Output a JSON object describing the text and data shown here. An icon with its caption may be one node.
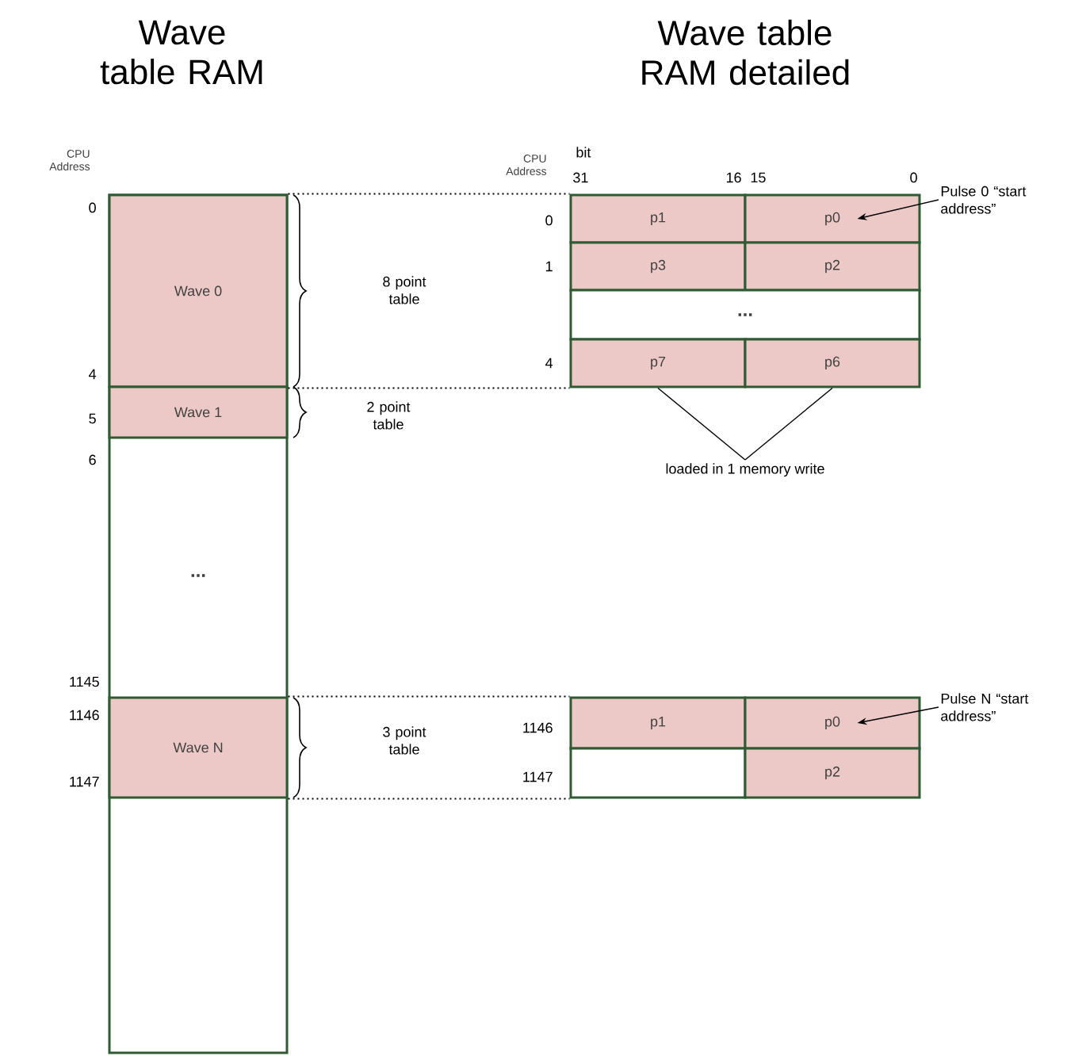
{
  "diagram": {
    "nodes": [
      {
        "text": [
          "..."
        ]
      },
      {
        "text": [
          "Wave 0"
        ],
        "in": 0
      },
      {
        "text": [
          "Wave 1"
        ],
        "in": 0
      },
      {
        "text": [
          "Wave N"
        ],
        "in": 0
      },
      {
        "text": [
          "p1"
        ]
      },
      {
        "text": [
          "p0"
        ]
      },
      {
        "text": [
          "p3"
        ]
      },
      {
        "text": [
          "p2"
        ]
      },
      {
        "text": [
          "..."
        ]
      },
      {
        "text": [
          "p7"
        ]
      },
      {
        "text": [
          "p6"
        ]
      },
      {
        "text": [
          "p1"
        ]
      },
      {
        "text": [
          "p0"
        ]
      },
      {
        "text": [],
        "shape": "box"
      },
      {
        "text": [
          "p2"
        ]
      },
      {
        "text": [
          "Pulse 0 “start address”"
        ]
      },
      {
        "text": [
          "Pulse N “start address”"
        ]
      },
      {
        "text": [
          "loaded in 1 memory write"
        ]
      }
    ],
    "edges": [
      {
        "from": 1,
        "to": 4,
        "arrow": "none",
        "style": "dashed"
      },
      {
        "from": 1,
        "to": 9,
        "arrow": "none",
        "style": "dashed"
      },
      {
        "from": 3,
        "to": 11,
        "arrow": "none",
        "style": "dashed"
      },
      {
        "from": 3,
        "to": 13,
        "arrow": "none",
        "style": "dashed"
      },
      {
        "from": 15,
        "to": 5,
        "arrow": "to"
      },
      {
        "from": 16,
        "to": 12,
        "arrow": "to"
      },
      {
        "from": 17,
        "to": 9,
        "arrow": "none"
      },
      {
        "from": 17,
        "to": 10,
        "arrow": "none"
      }
    ],
    "labels": [
      "Wave table RAM",
      "Wave table RAM detailed",
      "CPU Address",
      "0",
      "4",
      "5",
      "6",
      "1145",
      "1146",
      "1147",
      "CPU Address",
      "bit",
      "31",
      "16",
      "15",
      "0",
      "0",
      "1",
      "4",
      "1146",
      "1147",
      "8 point table",
      "2 point table",
      "3 point table"
    ]
  }
}
